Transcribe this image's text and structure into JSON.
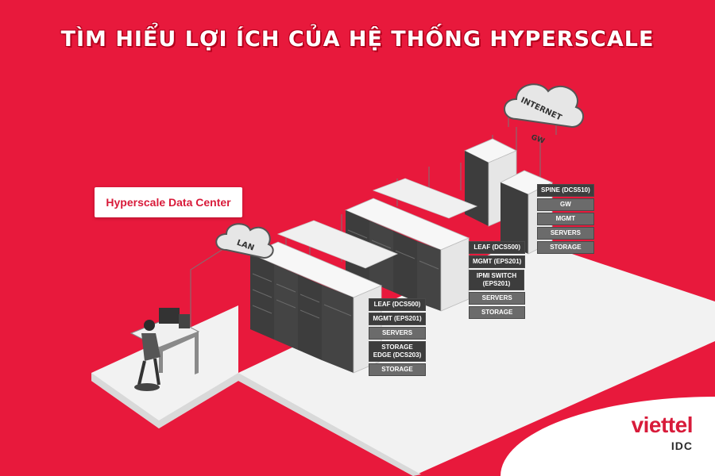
{
  "title": "TÌM HIỂU LỢI ÍCH CỦA HỆ THỐNG HYPERSCALE",
  "data_center_label": "Hyperscale Data Center",
  "cloud_internet": "INTERNET",
  "cloud_lan": "LAN",
  "gw_label": "GW",
  "stack_spine": [
    "SPINE (DCS510)",
    "GW",
    "MGMT",
    "SERVERS",
    "STORAGE"
  ],
  "stack_mid": [
    "LEAF (DCS500)",
    "MGMT (EPS201)",
    "IPMI SWITCH (EPS201)",
    "SERVERS",
    "STORAGE"
  ],
  "stack_front": [
    "LEAF (DCS500)",
    "MGMT (EPS201)",
    "SERVERS",
    "STORAGE EDGE (DCS203)",
    "STORAGE"
  ],
  "logo": {
    "brand": "viettel",
    "sub": "IDC"
  },
  "colors": {
    "background": "#e8193c",
    "accent": "#d81b3a",
    "floor": "#f2f2f2"
  }
}
